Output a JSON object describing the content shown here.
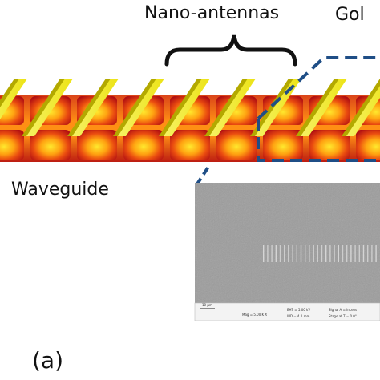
{
  "labels": {
    "nano_antennas": "Nano-antennas",
    "gold": "Gol",
    "waveguide": "Waveguide",
    "panel": "(a)"
  },
  "sem_inset": {
    "scale_bar": "10 µm",
    "footer_texts": [
      "Mag = 5.00 K X",
      "EHT = 5.00 kV",
      "WD = 4.0 mm",
      "Signal A = InLens",
      "Stage at T = 0.0°"
    ]
  },
  "colors": {
    "waveguide_core": "#ffdf2a",
    "waveguide_mid": "#f06a10",
    "waveguide_edge": "#b50e12",
    "antenna": "#f2ee1c",
    "antenna_shadow": "#b7ad00",
    "inset_outline": "#1f4e86",
    "sem_background": "#9b9b9b"
  }
}
